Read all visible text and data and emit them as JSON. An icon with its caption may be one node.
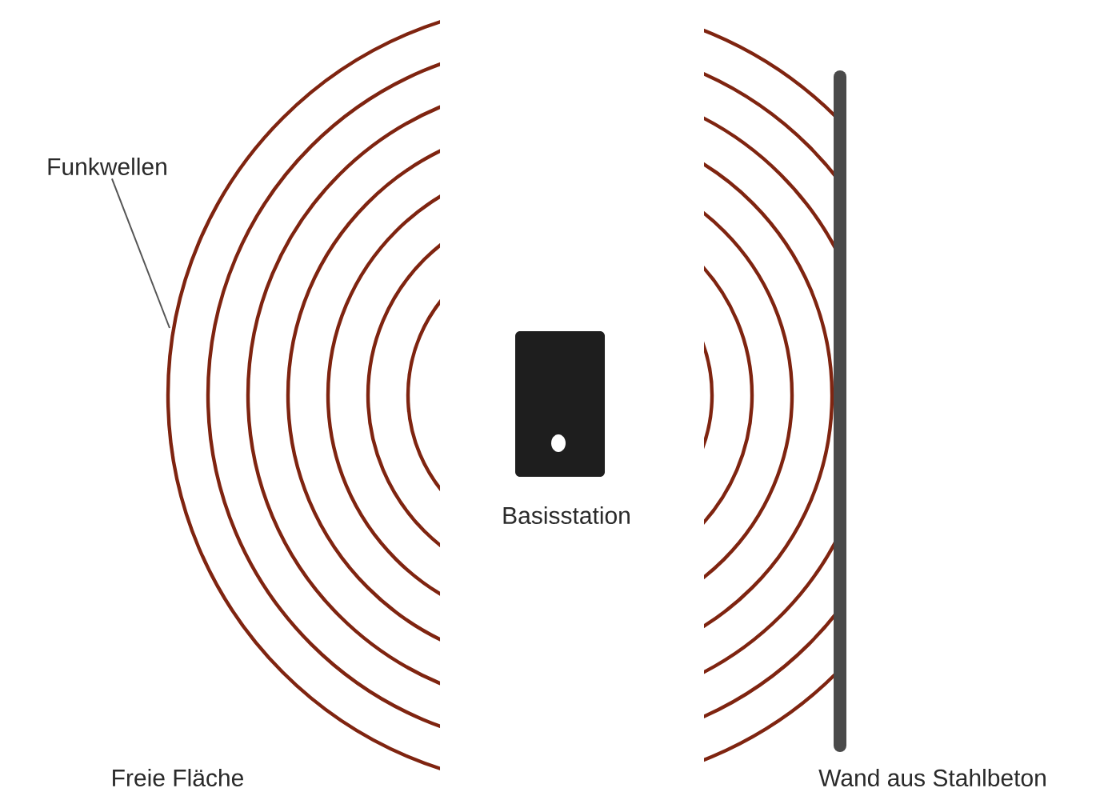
{
  "diagram": {
    "nodes": [
      {
        "text": [
          "Funkwellen"
        ]
      },
      {
        "text": [],
        "shape": "arc"
      }
    ],
    "edges": [
      {
        "from": 0,
        "to": 1,
        "arrow": "none"
      }
    ],
    "labels": [
      "Basisstation",
      "Freie Fläche",
      "Wand aus Stahlbeton"
    ]
  }
}
